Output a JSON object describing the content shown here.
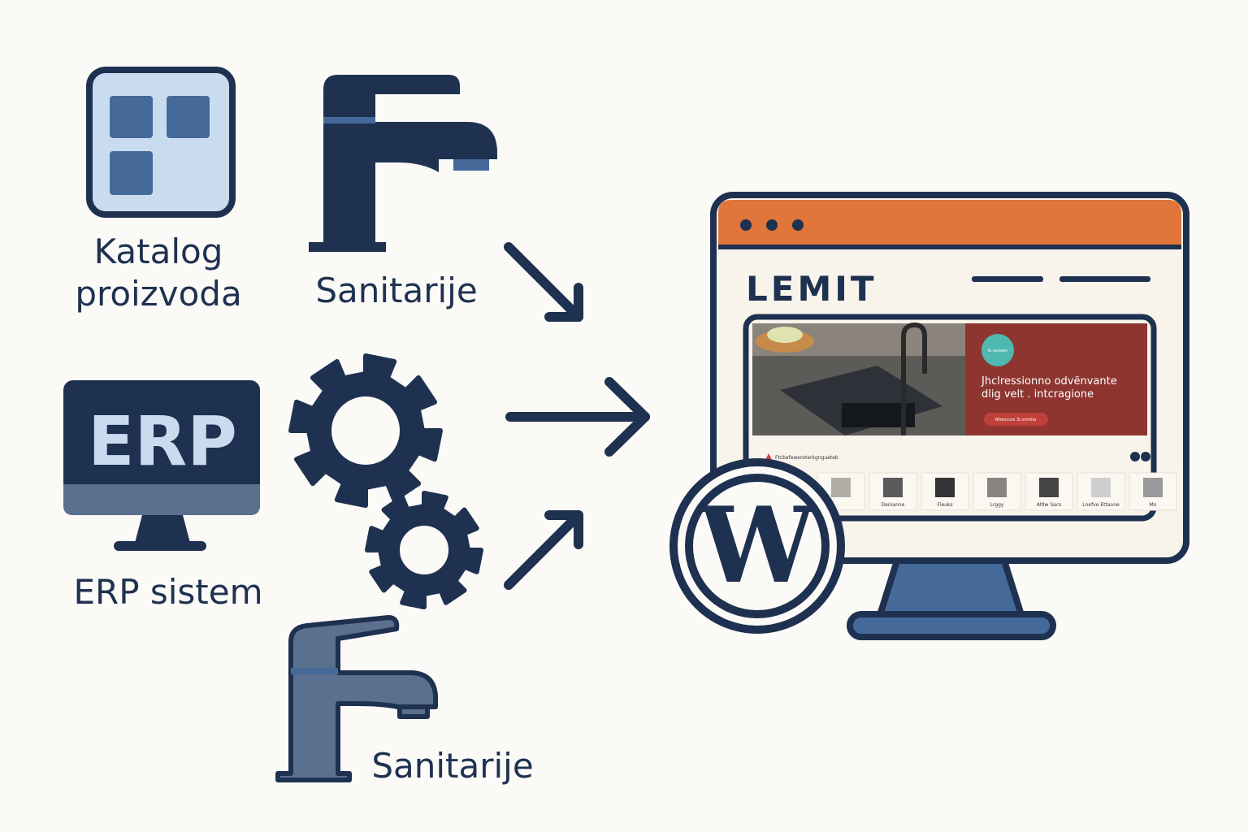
{
  "colors": {
    "navy": "#1f3150",
    "light_blue": "#c9dcef",
    "mid_blue": "#456a9a",
    "slate": "#5b6f8f",
    "orange": "#e0763a",
    "maroon": "#8e3530",
    "teal": "#4fb8b0",
    "background": "#fbfaf7"
  },
  "left": {
    "catalog": {
      "icon": "grid-icon",
      "label_line1": "Katalog",
      "label_line2": "proizvoda"
    },
    "faucet_top": {
      "icon": "faucet-icon",
      "label": "Sanitarije"
    },
    "erp": {
      "icon": "monitor-icon",
      "screen_text": "ERP",
      "label": "ERP sistem"
    },
    "gears": {
      "icon": "gears-icon"
    },
    "faucet_bottom": {
      "icon": "faucet-icon",
      "label": "Sanitarije"
    }
  },
  "arrows": [
    "arrow-down-right-icon",
    "arrow-right-icon",
    "arrow-up-right-icon"
  ],
  "website": {
    "brand": "LEMIT",
    "hero": {
      "badge": "fu avoeon",
      "headline_line1": "Jhclressionno odvënvante",
      "headline_line2": "dlig velt . intcragione",
      "button": "Nfrevcure 3i.nmrtila"
    },
    "section_title": "Ftcbafeworoterkgngueteb",
    "products": [
      "",
      "Denianne",
      "Fleuks",
      "Lrggy",
      "Altlw Sacs",
      "Lnefve Ettaone",
      "Mn"
    ],
    "overlay_logo": "wordpress-logo-icon"
  }
}
